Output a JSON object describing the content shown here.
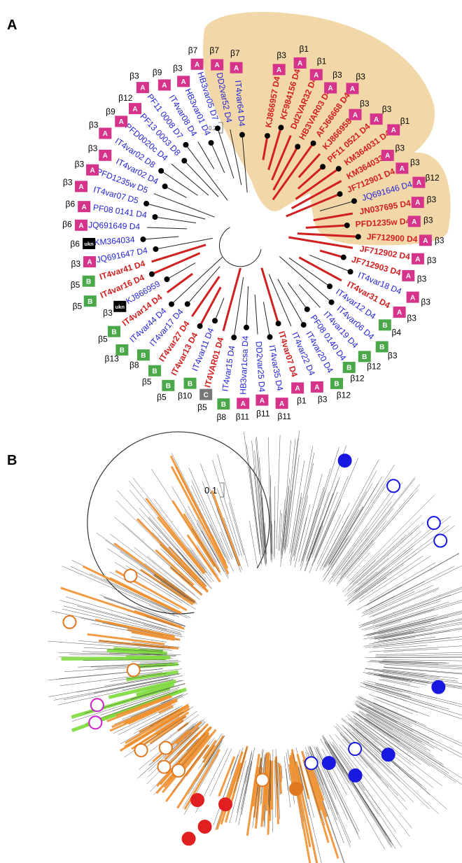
{
  "panels": {
    "a": {
      "letter": "A",
      "scale_label": "0.2",
      "leaves": [
        {
          "label": "IT4var64 D4",
          "color": "blue",
          "subtype": "A",
          "beta": "β7"
        },
        {
          "label": "DD2var52 D4",
          "color": "blue",
          "subtype": "A",
          "beta": "β7"
        },
        {
          "label": "HB3var05 D7",
          "color": "blue",
          "subtype": "A",
          "beta": "β7"
        },
        {
          "label": "HB3var01 D4",
          "color": "blue",
          "subtype": "A",
          "beta": "β3"
        },
        {
          "label": "IT4var08 D4",
          "color": "blue",
          "subtype": "A",
          "beta": "β9"
        },
        {
          "label": "PF11 0008 D7",
          "color": "blue",
          "subtype": "A",
          "beta": "β3"
        },
        {
          "label": "PF13 0003 D8",
          "color": "blue",
          "subtype": "A",
          "beta": "β12"
        },
        {
          "label": "PFD0020c D4",
          "color": "blue",
          "subtype": "A",
          "beta": "β9"
        },
        {
          "label": "IT4var02 D8",
          "color": "blue",
          "subtype": "A",
          "beta": "β3"
        },
        {
          "label": "IT4var02 D4",
          "color": "blue",
          "subtype": "A",
          "beta": "β3"
        },
        {
          "label": "PFD1235w D5",
          "color": "blue",
          "subtype": "A",
          "beta": "β3"
        },
        {
          "label": "IT4var07 D5",
          "color": "blue",
          "subtype": "A",
          "beta": "β3"
        },
        {
          "label": "PF08 0141 D4",
          "color": "blue",
          "subtype": "A",
          "beta": "β6"
        },
        {
          "label": "JQ691649 D4",
          "color": "blue",
          "subtype": "A",
          "beta": "β6"
        },
        {
          "label": "KM364034",
          "color": "blue",
          "subtype": "ukn",
          "beta": "β6"
        },
        {
          "label": "JQ691647 D4",
          "color": "blue",
          "subtype": "A",
          "beta": "β3"
        },
        {
          "label": "IT4var41 D4",
          "color": "red",
          "subtype": "B",
          "beta": "β5"
        },
        {
          "label": "IT4var16 D4",
          "color": "red",
          "subtype": "B",
          "beta": "β5"
        },
        {
          "label": "KJ866959",
          "color": "blue",
          "subtype": "ukn",
          "beta": "β3"
        },
        {
          "label": "IT4var14 D4",
          "color": "red",
          "subtype": "B",
          "beta": "β5"
        },
        {
          "label": "IT4var44 D4",
          "color": "blue",
          "subtype": "B",
          "beta": "β13"
        },
        {
          "label": "IT4var17 D4",
          "color": "blue",
          "subtype": "B",
          "beta": "β8"
        },
        {
          "label": "IT4var27 D4",
          "color": "red",
          "subtype": "B",
          "beta": "β5"
        },
        {
          "label": "IT4var13 D4",
          "color": "red",
          "subtype": "B",
          "beta": "β5"
        },
        {
          "label": "IT4var11 D4",
          "color": "blue",
          "subtype": "B",
          "beta": "β10"
        },
        {
          "label": "IT4VAR01 D4",
          "color": "red",
          "subtype": "C",
          "beta": "β5"
        },
        {
          "label": "IT4var15 D4",
          "color": "blue",
          "subtype": "B",
          "beta": "β8"
        },
        {
          "label": "HB3var1csa D4",
          "color": "blue",
          "subtype": "A",
          "beta": "β11"
        },
        {
          "label": "DD2var25 D4",
          "color": "blue",
          "subtype": "A",
          "beta": "β11"
        },
        {
          "label": "IT4var35 D4",
          "color": "blue",
          "subtype": "A",
          "beta": "β11"
        },
        {
          "label": "IT4var07 D4",
          "color": "red",
          "subtype": "A",
          "beta": "β1"
        },
        {
          "label": "IT4var22 D4",
          "color": "blue",
          "subtype": "A",
          "beta": "β3"
        },
        {
          "label": "IT4var20 D4",
          "color": "blue",
          "subtype": "B",
          "beta": "β12"
        },
        {
          "label": "PF08 0140 D4",
          "color": "blue",
          "subtype": "B",
          "beta": "β12"
        },
        {
          "label": "IT4var19 D4",
          "color": "blue",
          "subtype": "B",
          "beta": "β12"
        },
        {
          "label": "IT4var06 D4",
          "color": "blue",
          "subtype": "B",
          "beta": "β3"
        },
        {
          "label": "IT4var12 D4",
          "color": "blue",
          "subtype": "B",
          "beta": "β4"
        },
        {
          "label": "IT4var31 D4",
          "color": "red",
          "subtype": "A",
          "beta": "β3"
        },
        {
          "label": "IT4var18 D4",
          "color": "blue",
          "subtype": "A",
          "beta": "β3"
        },
        {
          "label": "JF712903 D4",
          "color": "red",
          "subtype": "A",
          "beta": "β3"
        },
        {
          "label": "JF712902 D4",
          "color": "red",
          "subtype": "A",
          "beta": "β3"
        },
        {
          "label": "JF712900 D4",
          "color": "red",
          "subtype": "A",
          "beta": "β3"
        },
        {
          "label": "PFD1235w D4",
          "color": "red",
          "subtype": "A",
          "beta": "β3"
        },
        {
          "label": "JN037695 D4",
          "color": "red",
          "subtype": "A",
          "beta": "β3"
        },
        {
          "label": "JQ691646 D4",
          "color": "blue",
          "subtype": "A",
          "beta": "β12"
        },
        {
          "label": "JF712901 D4",
          "color": "red",
          "subtype": "A",
          "beta": "β3"
        },
        {
          "label": "KM364033",
          "color": "red",
          "subtype": "A",
          "beta": "β3"
        },
        {
          "label": "KM364031 D4",
          "color": "red",
          "subtype": "A",
          "beta": "β1"
        },
        {
          "label": "PF11 0521 D4",
          "color": "red",
          "subtype": "A",
          "beta": "β3"
        },
        {
          "label": "KJ866958",
          "color": "red",
          "subtype": "A",
          "beta": "β3"
        },
        {
          "label": "AFJ66668 D4",
          "color": "red",
          "subtype": "A",
          "beta": "β3"
        },
        {
          "label": "HB3VAR03 D4",
          "color": "red",
          "subtype": "A",
          "beta": "β3"
        },
        {
          "label": "Dd2VAR32 D4",
          "color": "red",
          "subtype": "A",
          "beta": "β1"
        },
        {
          "label": "KF984156 D4",
          "color": "red",
          "subtype": "A",
          "beta": "β1"
        },
        {
          "label": "KJ866957 D4",
          "color": "red",
          "subtype": "A",
          "beta": "β3"
        }
      ]
    },
    "b": {
      "letter": "B",
      "scale_label": "0.1"
    }
  },
  "colors": {
    "subtype_A": "#d6338a",
    "subtype_B": "#4aa84a",
    "subtype_C": "#777777",
    "subtype_ukn": "#000000",
    "clade_highlight": "#f2d8a8",
    "red_label": "#d02020",
    "blue_label": "#2323d6",
    "orange_branch": "#f09030",
    "green_branch": "#7ddc3c",
    "blue_marker": "#1818e0",
    "red_marker": "#e02020",
    "purple_marker": "#cc22cc",
    "orange_marker": "#e07820"
  }
}
